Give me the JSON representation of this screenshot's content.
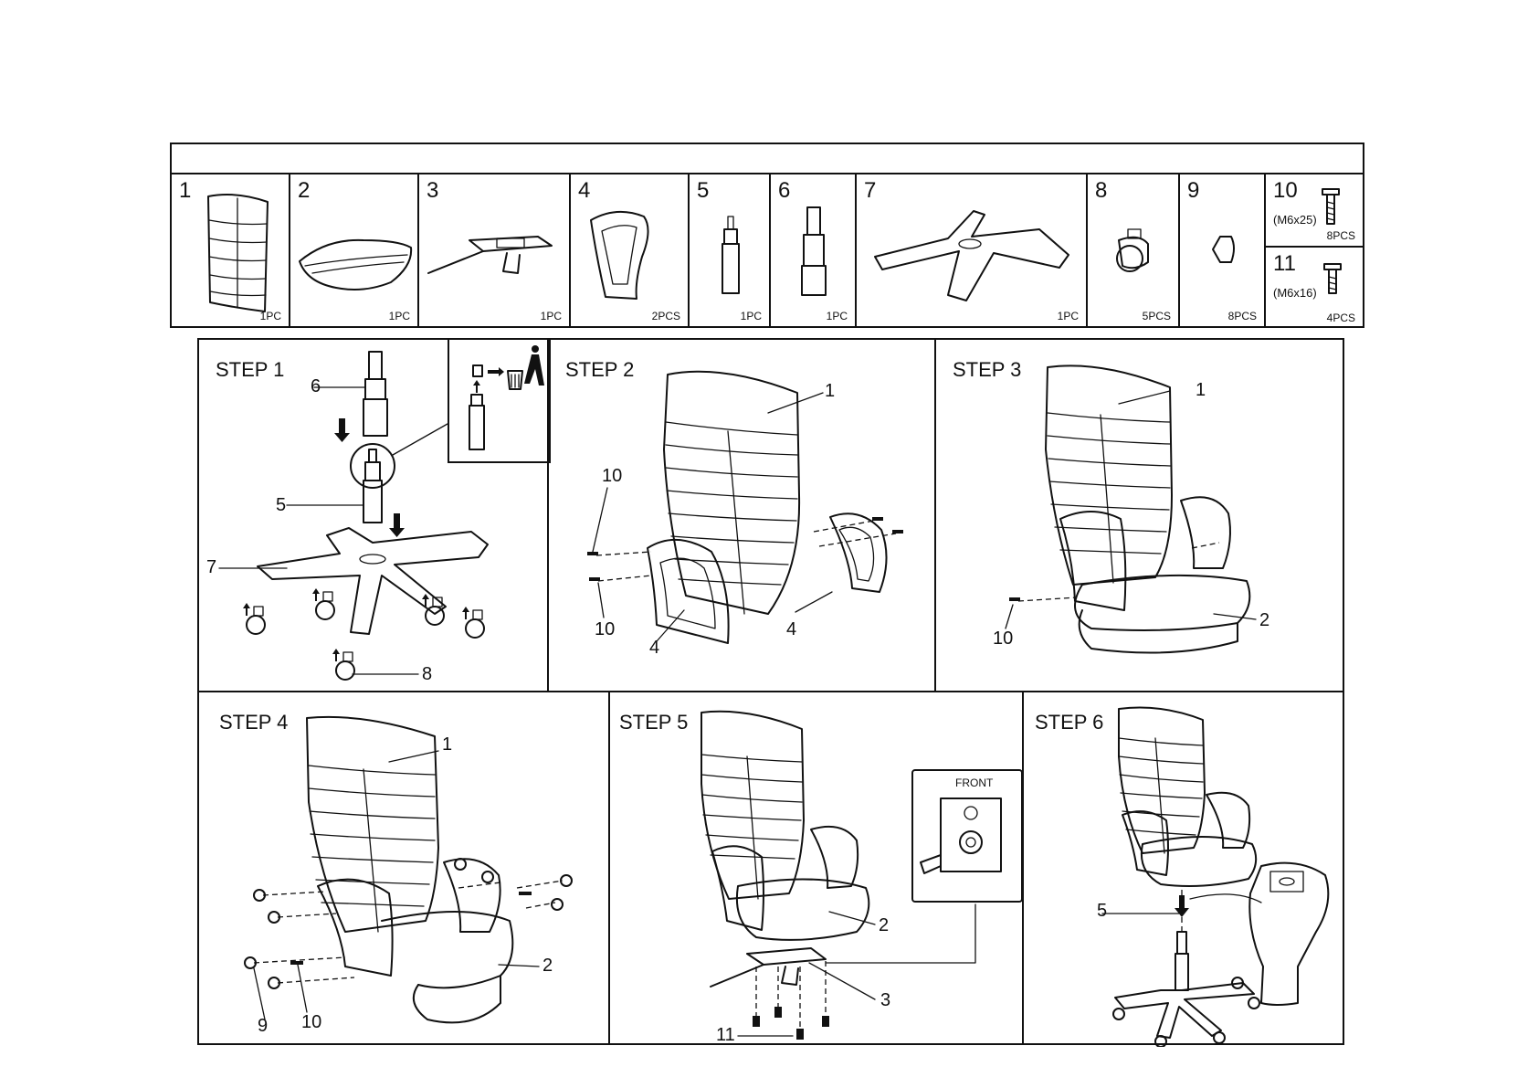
{
  "header": {
    "title": ""
  },
  "parts": [
    {
      "number": "1",
      "qty": "1PC",
      "icon": "backrest-icon"
    },
    {
      "number": "2",
      "qty": "1PC",
      "icon": "seat-icon"
    },
    {
      "number": "3",
      "qty": "1PC",
      "icon": "mechanism-icon"
    },
    {
      "number": "4",
      "qty": "2PCS",
      "icon": "armrest-icon"
    },
    {
      "number": "5",
      "qty": "1PC",
      "icon": "gas-lift-icon"
    },
    {
      "number": "6",
      "qty": "1PC",
      "icon": "gas-lift-cover-icon"
    },
    {
      "number": "7",
      "qty": "1PC",
      "icon": "star-base-icon"
    },
    {
      "number": "8",
      "qty": "5PCS",
      "icon": "caster-icon"
    },
    {
      "number": "9",
      "qty": "8PCS",
      "icon": "cap-icon"
    },
    {
      "number": "10",
      "size": "(M6x25)",
      "qty": "8PCS",
      "icon": "bolt-icon"
    },
    {
      "number": "11",
      "size": "(M6x16)",
      "qty": "4PCS",
      "icon": "bolt-icon"
    }
  ],
  "steps": [
    {
      "title": "STEP 1",
      "callouts": [
        "6",
        "5",
        "7",
        "8"
      ]
    },
    {
      "title": "STEP 2",
      "callouts": [
        "1",
        "10",
        "10",
        "4",
        "4"
      ]
    },
    {
      "title": "STEP 3",
      "callouts": [
        "1",
        "2",
        "10"
      ]
    },
    {
      "title": "STEP 4",
      "callouts": [
        "1",
        "2",
        "9",
        "10"
      ]
    },
    {
      "title": "STEP 5",
      "callouts": [
        "2",
        "3",
        "11"
      ],
      "inset_label": "FRONT"
    },
    {
      "title": "STEP 6",
      "callouts": [
        "5"
      ]
    }
  ]
}
